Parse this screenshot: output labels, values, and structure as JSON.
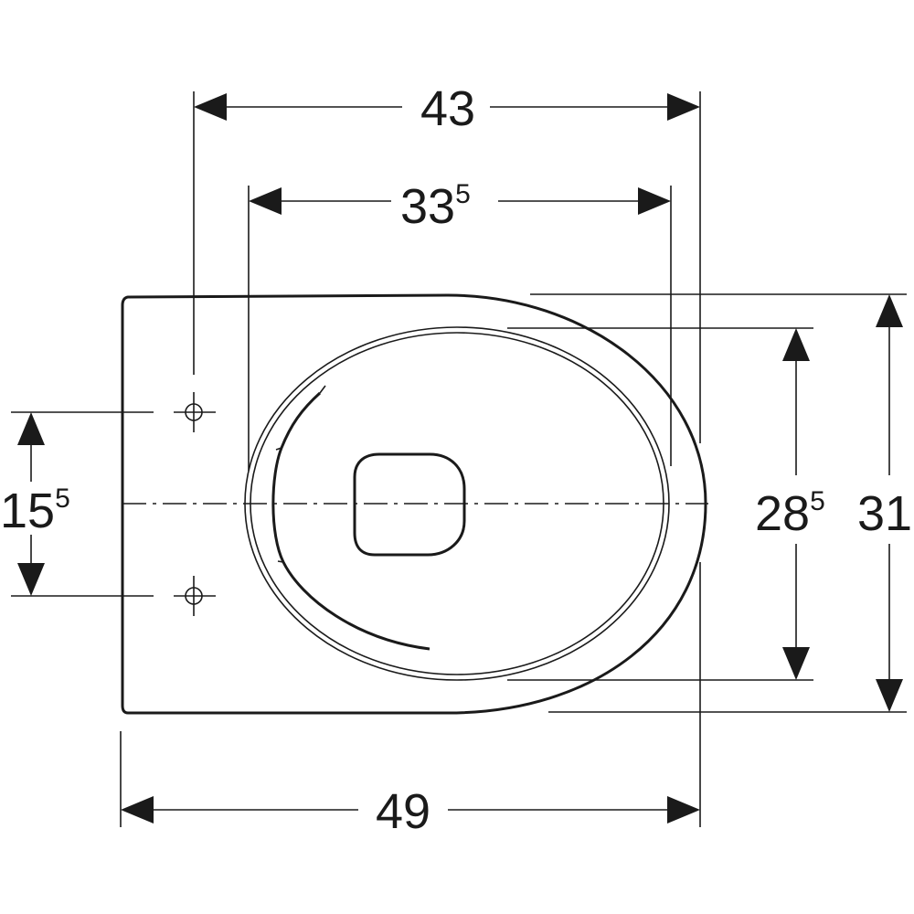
{
  "dimensions": {
    "width_top_outer": {
      "main": "43",
      "sup": ""
    },
    "width_top_inner": {
      "main": "33",
      "sup": "5"
    },
    "hole_spacing": {
      "main": "15",
      "sup": "5"
    },
    "width_total": {
      "main": "49",
      "sup": ""
    },
    "depth_inner": {
      "main": "28",
      "sup": "5"
    },
    "depth_outer": {
      "main": "31",
      "sup": ""
    }
  },
  "colors": {
    "line": "#1a1a1a",
    "background": "#ffffff"
  }
}
